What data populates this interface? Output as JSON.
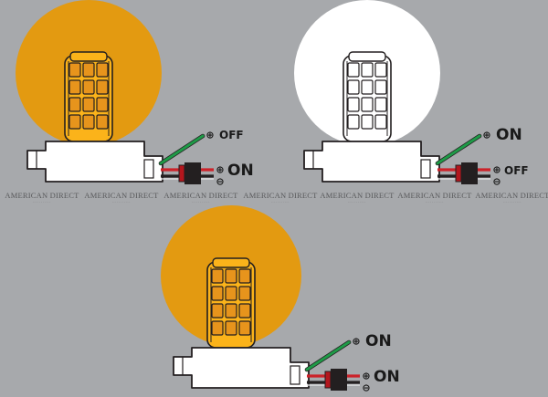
{
  "colors": {
    "background": "#a7a9ac",
    "amber_glow": "#e39a11",
    "white_glow": "#ffffff",
    "led_amber": "#fbb31a",
    "led_chip": "#e7941c",
    "led_white": "#ffffff",
    "wire_green": "#1e9a47",
    "wire_red": "#cc2229",
    "wire_black": "#231f20",
    "connector_black": "#231f20",
    "connector_red": "#b3161d"
  },
  "watermark": {
    "title": "AMERICAN DIRECT",
    "subtitle": "..........."
  },
  "panels": [
    {
      "id": "amber-on",
      "glow": "amber",
      "green_wire_label": "OFF",
      "red_wire_label": "ON",
      "green_wire_symbol": "⊕",
      "red_wire_symbol": "⊕",
      "black_wire_symbol": "⊖"
    },
    {
      "id": "white-on",
      "glow": "white",
      "green_wire_label": "ON",
      "red_wire_label": "OFF",
      "green_wire_symbol": "⊕",
      "red_wire_symbol": "⊕",
      "black_wire_symbol": "⊖"
    },
    {
      "id": "both-on",
      "glow": "amber",
      "green_wire_label": "ON",
      "red_wire_label": "ON",
      "green_wire_symbol": "⊕",
      "red_wire_symbol": "⊕",
      "black_wire_symbol": "⊖"
    }
  ]
}
